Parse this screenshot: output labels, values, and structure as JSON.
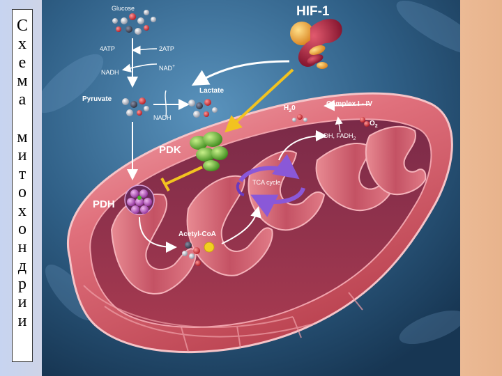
{
  "caption": {
    "letters": [
      "С",
      "х",
      "е",
      "м",
      "а",
      "",
      "м",
      "и",
      "т",
      "о",
      "х",
      "о",
      "н",
      "д",
      "р",
      "и",
      "и"
    ]
  },
  "diagram": {
    "labels": {
      "hif1": "HIF-1",
      "glucose": "Glucose",
      "atp4": "4ATP",
      "atp2": "2ATP",
      "nadh_left": "NADH",
      "nad_plus": "NAD",
      "nad_plus_sup": "+",
      "pyruvate": "Pyruvate",
      "lactate": "Lactate",
      "nadh_mid": "NADH",
      "pdk": "PDK",
      "pdh": "PDH",
      "h2o": "H",
      "h2o_sub": "2",
      "h2o_tail": "0",
      "complex": "Complex I - IV",
      "o2": "O",
      "o2_sub": "2",
      "nadh_fadh": "NADH, FADH",
      "nadh_fadh_sub": "2",
      "tca": "TCA cycle",
      "acetyl": "Acetyl-CoA"
    },
    "colors": {
      "background": "#2f5f86",
      "mito_outer": "#e0707c",
      "mito_inner": "#a8344a",
      "arrow_yellow": "#f2c320",
      "arrow_white": "#ffffff",
      "pdk_green": "#58b030",
      "pdh_purple": "#c060c8",
      "tca_purple": "#8a58d8",
      "hif_orange": "#f0a030",
      "hif_red": "#a0203a"
    }
  }
}
